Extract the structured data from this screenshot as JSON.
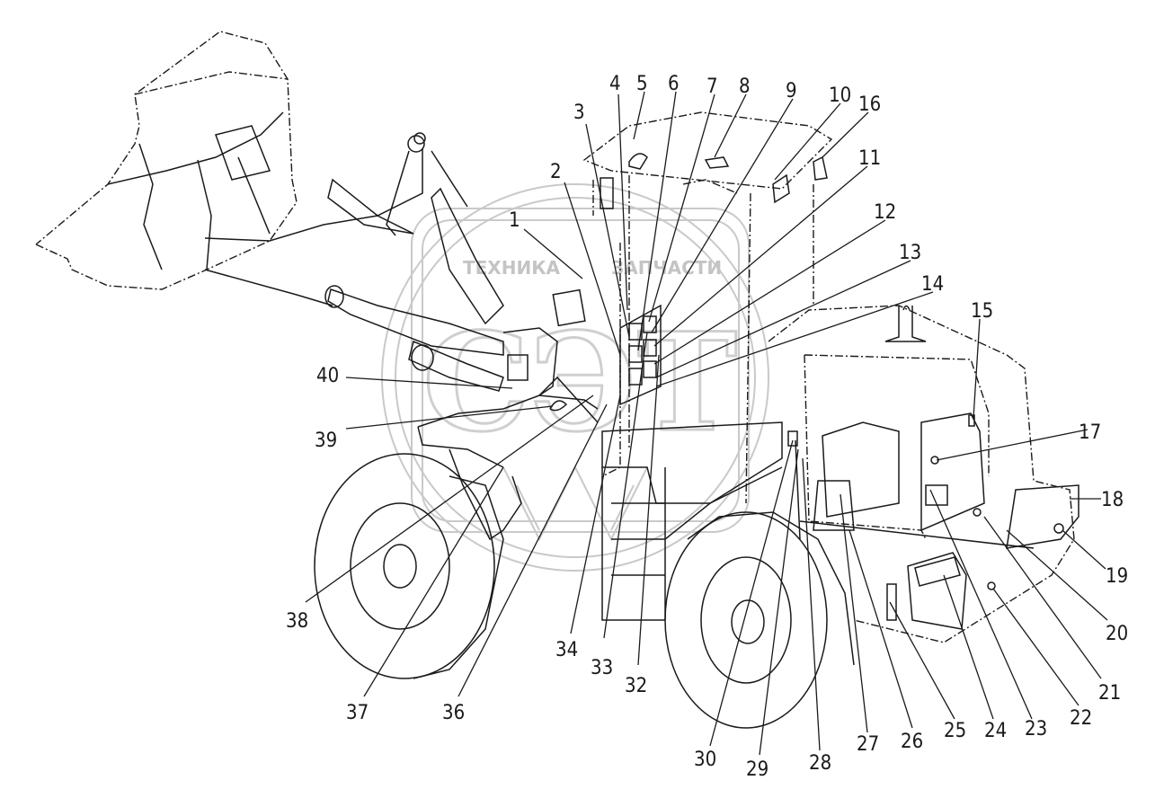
{
  "watermark": {
    "left_word": "ТЕХНИКА",
    "right_word": "ЗАПЧАСТИ",
    "logo_letters": "СЭТ"
  },
  "callouts": [
    "1",
    "2",
    "3",
    "4",
    "5",
    "6",
    "7",
    "8",
    "9",
    "10",
    "11",
    "12",
    "13",
    "14",
    "15",
    "16",
    "17",
    "18",
    "19",
    "20",
    "21",
    "22",
    "23",
    "24",
    "25",
    "26",
    "27",
    "28",
    "29",
    "30",
    "32",
    "33",
    "34",
    "36",
    "37",
    "38",
    "39",
    "40"
  ]
}
